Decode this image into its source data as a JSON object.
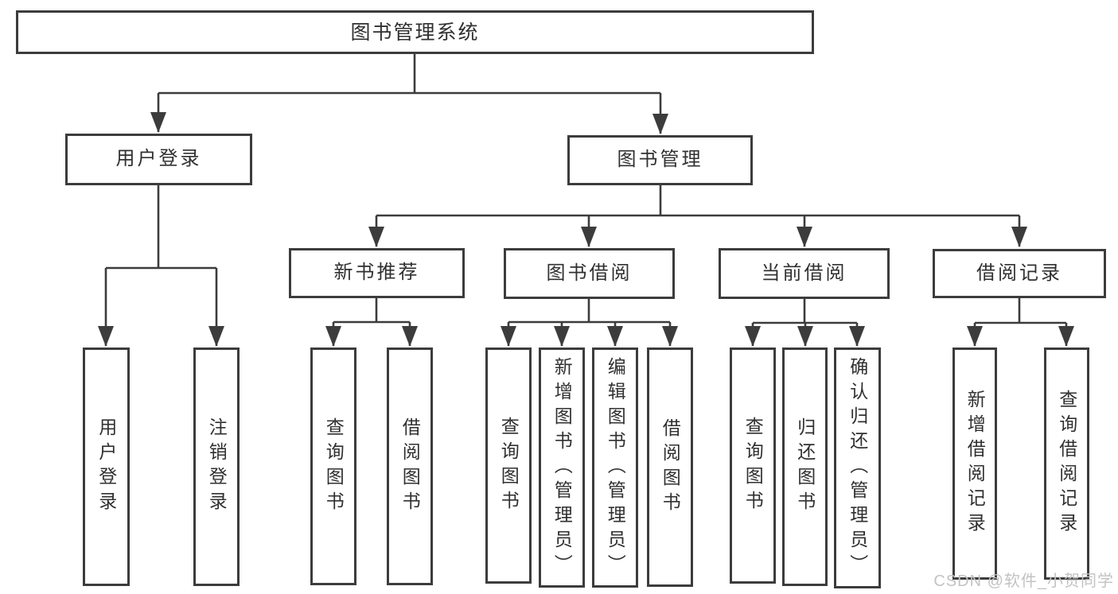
{
  "colors": {
    "line": "#3c3c3c",
    "box_border": "#3c3c3c",
    "text": "#303030",
    "background": "#ffffff",
    "watermark": "#c3c3c3"
  },
  "watermark": {
    "text": "CSDN @软件_小贺同学"
  },
  "diagram": {
    "type": "hierarchy-tree",
    "root": {
      "label": "图书管理系统",
      "children": [
        {
          "label": "用户登录",
          "children": [
            {
              "label": "用户登录"
            },
            {
              "label": "注销登录"
            }
          ]
        },
        {
          "label": "图书管理",
          "children": [
            {
              "label": "新书推荐",
              "children": [
                {
                  "label": "查询图书"
                },
                {
                  "label": "借阅图书"
                }
              ]
            },
            {
              "label": "图书借阅",
              "children": [
                {
                  "label": "查询图书"
                },
                {
                  "label": "新增图书（管理员）"
                },
                {
                  "label": "编辑图书（管理员）"
                },
                {
                  "label": "借阅图书"
                }
              ]
            },
            {
              "label": "当前借阅",
              "children": [
                {
                  "label": "查询图书"
                },
                {
                  "label": "归还图书"
                },
                {
                  "label": "确认归还（管理员）"
                }
              ]
            },
            {
              "label": "借阅记录",
              "children": [
                {
                  "label": "新增借阅记录"
                },
                {
                  "label": "查询借阅记录"
                }
              ]
            }
          ]
        }
      ]
    }
  }
}
